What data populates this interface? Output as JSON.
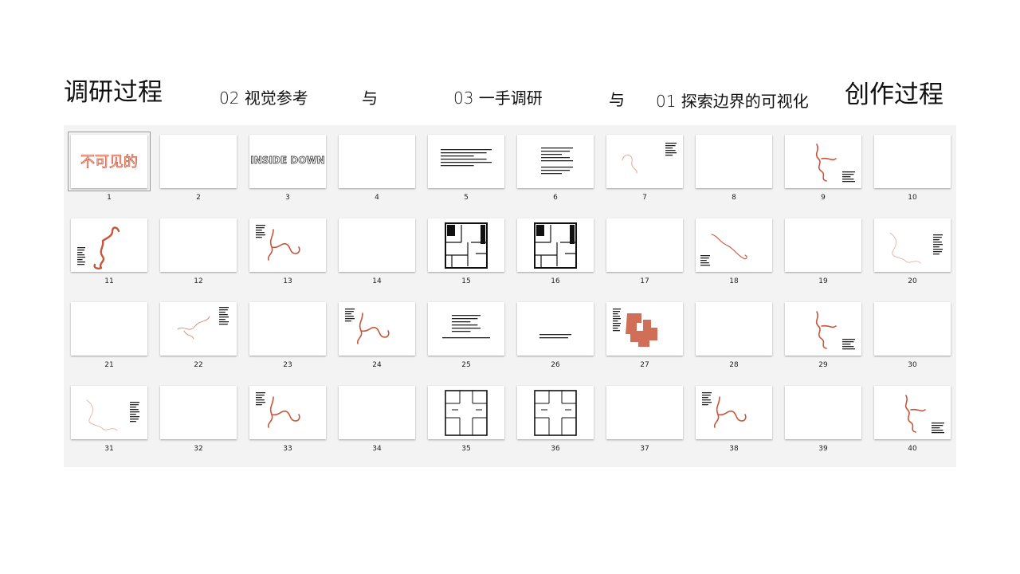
{
  "headings": {
    "left_title": "调研过程",
    "ref_02": "02 视觉参考",
    "and_1": "与",
    "ref_03": "03 一手调研",
    "and_2": "与",
    "ref_01": "01 探索边界的可视化",
    "right_title": "创作过程"
  },
  "colors": {
    "accent": "#c8553a",
    "panel_bg": "#f3f3f3",
    "text": "#111111"
  },
  "selected_slide": 1,
  "slides": [
    {
      "n": "1",
      "kind": "title"
    },
    {
      "n": "2",
      "kind": "blank"
    },
    {
      "n": "3",
      "kind": "outline-title"
    },
    {
      "n": "4",
      "kind": "blank"
    },
    {
      "n": "5",
      "kind": "text-wide"
    },
    {
      "n": "6",
      "kind": "text-mid"
    },
    {
      "n": "7",
      "kind": "squiggle-light-right-text"
    },
    {
      "n": "8",
      "kind": "blank"
    },
    {
      "n": "9",
      "kind": "squiggle-right-text"
    },
    {
      "n": "10",
      "kind": "blank"
    },
    {
      "n": "11",
      "kind": "squiggle-bold-left-text"
    },
    {
      "n": "12",
      "kind": "blank"
    },
    {
      "n": "13",
      "kind": "squiggle-left-text"
    },
    {
      "n": "14",
      "kind": "blank"
    },
    {
      "n": "15",
      "kind": "floorplan"
    },
    {
      "n": "16",
      "kind": "floorplan"
    },
    {
      "n": "17",
      "kind": "blank"
    },
    {
      "n": "18",
      "kind": "squiggle-thin-left-text"
    },
    {
      "n": "19",
      "kind": "blank"
    },
    {
      "n": "20",
      "kind": "squiggle-faint-right-text"
    },
    {
      "n": "21",
      "kind": "blank"
    },
    {
      "n": "22",
      "kind": "squiggle-thin-right-text"
    },
    {
      "n": "23",
      "kind": "blank"
    },
    {
      "n": "24",
      "kind": "squiggle-left-text"
    },
    {
      "n": "25",
      "kind": "text-center"
    },
    {
      "n": "26",
      "kind": "text-center-small"
    },
    {
      "n": "27",
      "kind": "blob-left-text"
    },
    {
      "n": "28",
      "kind": "blank"
    },
    {
      "n": "29",
      "kind": "squiggle-right-text"
    },
    {
      "n": "30",
      "kind": "blank"
    },
    {
      "n": "31",
      "kind": "squiggle-faint-right-text"
    },
    {
      "n": "32",
      "kind": "blank"
    },
    {
      "n": "33",
      "kind": "squiggle-left-text"
    },
    {
      "n": "34",
      "kind": "blank"
    },
    {
      "n": "35",
      "kind": "floorplan-light"
    },
    {
      "n": "36",
      "kind": "floorplan-light"
    },
    {
      "n": "37",
      "kind": "blank"
    },
    {
      "n": "38",
      "kind": "squiggle-left-text"
    },
    {
      "n": "39",
      "kind": "blank"
    },
    {
      "n": "40",
      "kind": "squiggle-right-text"
    }
  ]
}
